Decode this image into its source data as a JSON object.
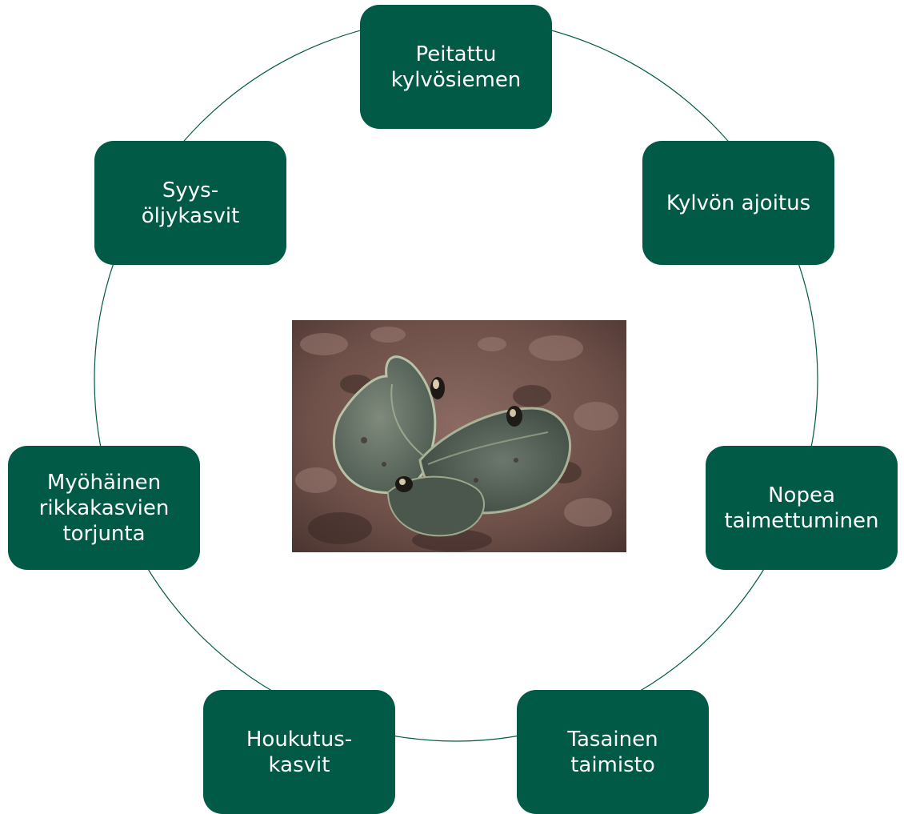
{
  "diagram": {
    "nodes": [
      {
        "label": "Peitattu\nkylvösiemen"
      },
      {
        "label": "Kylvön ajoitus"
      },
      {
        "label": "Nopea\ntaimettuminen"
      },
      {
        "label": "Tasainen\ntaimisto"
      },
      {
        "label": "Houkutus-\nkasvit"
      },
      {
        "label": "Myöhäinen\nrikkakasvien\ntorjunta"
      },
      {
        "label": "Syys-\nöljykasvit"
      }
    ],
    "center_image": "photo of flea beetles on a rapeseed seedling",
    "colors": {
      "node_fill": "#005a46",
      "node_text": "#ffffff",
      "ring": "#005a46"
    }
  }
}
